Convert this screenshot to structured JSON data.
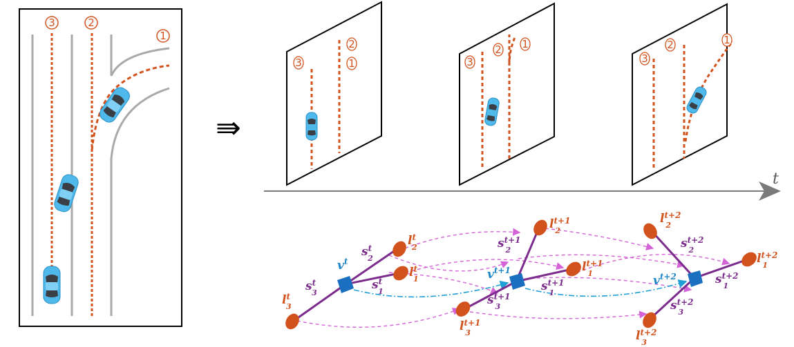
{
  "lanes": {
    "one": "1",
    "two": "2",
    "three": "3"
  },
  "implies_symbol": "⇛",
  "time_axis": {
    "label": "t"
  },
  "graph": {
    "v_t": {
      "base": "v",
      "sup": "t"
    },
    "v_t1": {
      "base": "v",
      "sup": "t+1"
    },
    "v_t2": {
      "base": "v",
      "sup": "t+2"
    },
    "l": [
      {
        "base": "l",
        "sub": "2",
        "sup": "t"
      },
      {
        "base": "l",
        "sub": "1",
        "sup": "t"
      },
      {
        "base": "l",
        "sub": "3",
        "sup": "t"
      },
      {
        "base": "l",
        "sub": "2",
        "sup": "t+1"
      },
      {
        "base": "l",
        "sub": "1",
        "sup": "t+1"
      },
      {
        "base": "l",
        "sub": "3",
        "sup": "t+1"
      },
      {
        "base": "l",
        "sub": "2",
        "sup": "t+2"
      },
      {
        "base": "l",
        "sub": "1",
        "sup": "t+2"
      },
      {
        "base": "l",
        "sub": "3",
        "sup": "t+2"
      }
    ],
    "s": [
      {
        "base": "s",
        "sub": "2",
        "sup": "t"
      },
      {
        "base": "s",
        "sub": "1",
        "sup": "t"
      },
      {
        "base": "s",
        "sub": "3",
        "sup": "t"
      },
      {
        "base": "s",
        "sub": "2",
        "sup": "t+1"
      },
      {
        "base": "s",
        "sub": "1",
        "sup": "t+1"
      },
      {
        "base": "s",
        "sub": "3",
        "sup": "t+1"
      },
      {
        "base": "s",
        "sub": "2",
        "sup": "t+2"
      },
      {
        "base": "s",
        "sub": "1",
        "sup": "t+2"
      },
      {
        "base": "s",
        "sub": "3",
        "sup": "t+2"
      }
    ]
  },
  "colors": {
    "lane_orange": "#d2521d",
    "road_gray": "#a9a9a9",
    "car_blue": "#4fb9ec",
    "graph_purple": "#7b2c8c",
    "node_blue": "#1a6fc0",
    "edge_magenta": "#d463d8",
    "edge_cyan": "#1f9fd6"
  }
}
